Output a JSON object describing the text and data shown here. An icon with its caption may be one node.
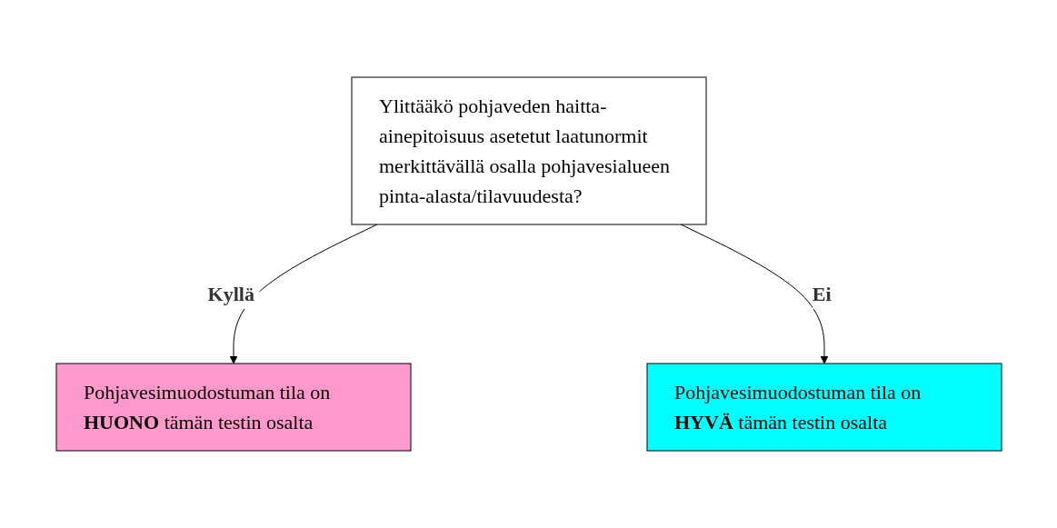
{
  "diagram": {
    "nodes": [
      {
        "text": [
          "Ylittääkö pohjaveden haitta-ainepitoisuus asetetut laatunormit merkittävällä osalla pohjavesialueen pinta-alasta/tilavuudesta?"
        ]
      },
      {
        "text": [
          "Pohjavesimuodostuman tila on **HUONO** tämän testin osalta"
        ]
      },
      {
        "text": [
          "Pohjavesimuodostuman tila on **HYVÄ** tämän testin osalta"
        ]
      }
    ],
    "edges": [
      {
        "from": 0,
        "to": 1,
        "arrow": "to",
        "label": "Kyllä"
      },
      {
        "from": 0,
        "to": 2,
        "arrow": "to",
        "label": "Ei"
      }
    ]
  }
}
